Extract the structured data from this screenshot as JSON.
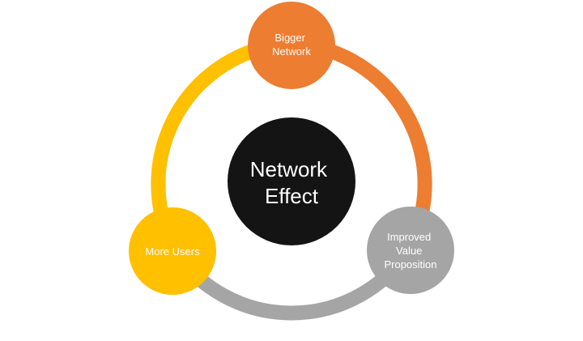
{
  "center": {
    "lines": [
      "Network",
      "Effect"
    ],
    "color": "#141414"
  },
  "nodes": {
    "bigger_network": {
      "lines": [
        "Bigger",
        "Network"
      ],
      "color": "#ED7D31"
    },
    "improved_value": {
      "lines": [
        "Improved",
        "Value",
        "Proposition"
      ],
      "color": "#A5A5A5"
    },
    "more_users": {
      "lines": [
        "More Users"
      ],
      "color": "#FFC000"
    }
  },
  "arcs": {
    "top_to_right": {
      "color": "#ED7D31"
    },
    "right_to_left": {
      "color": "#A5A5A5"
    },
    "left_to_top": {
      "color": "#FFC000"
    }
  }
}
